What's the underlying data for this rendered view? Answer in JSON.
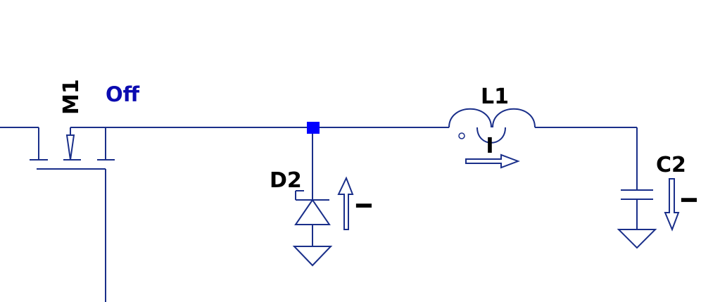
{
  "components": {
    "m1": {
      "label": "M1",
      "state": "Off"
    },
    "d2": {
      "label": "D2",
      "current": "I"
    },
    "l1": {
      "label": "L1",
      "current": "I"
    },
    "c2": {
      "label": "C2",
      "current": "I"
    }
  },
  "colors": {
    "wire": "#1a2f8a",
    "node": "#0000ff",
    "state_text": "#0b0bb0",
    "label_text": "#000000"
  }
}
